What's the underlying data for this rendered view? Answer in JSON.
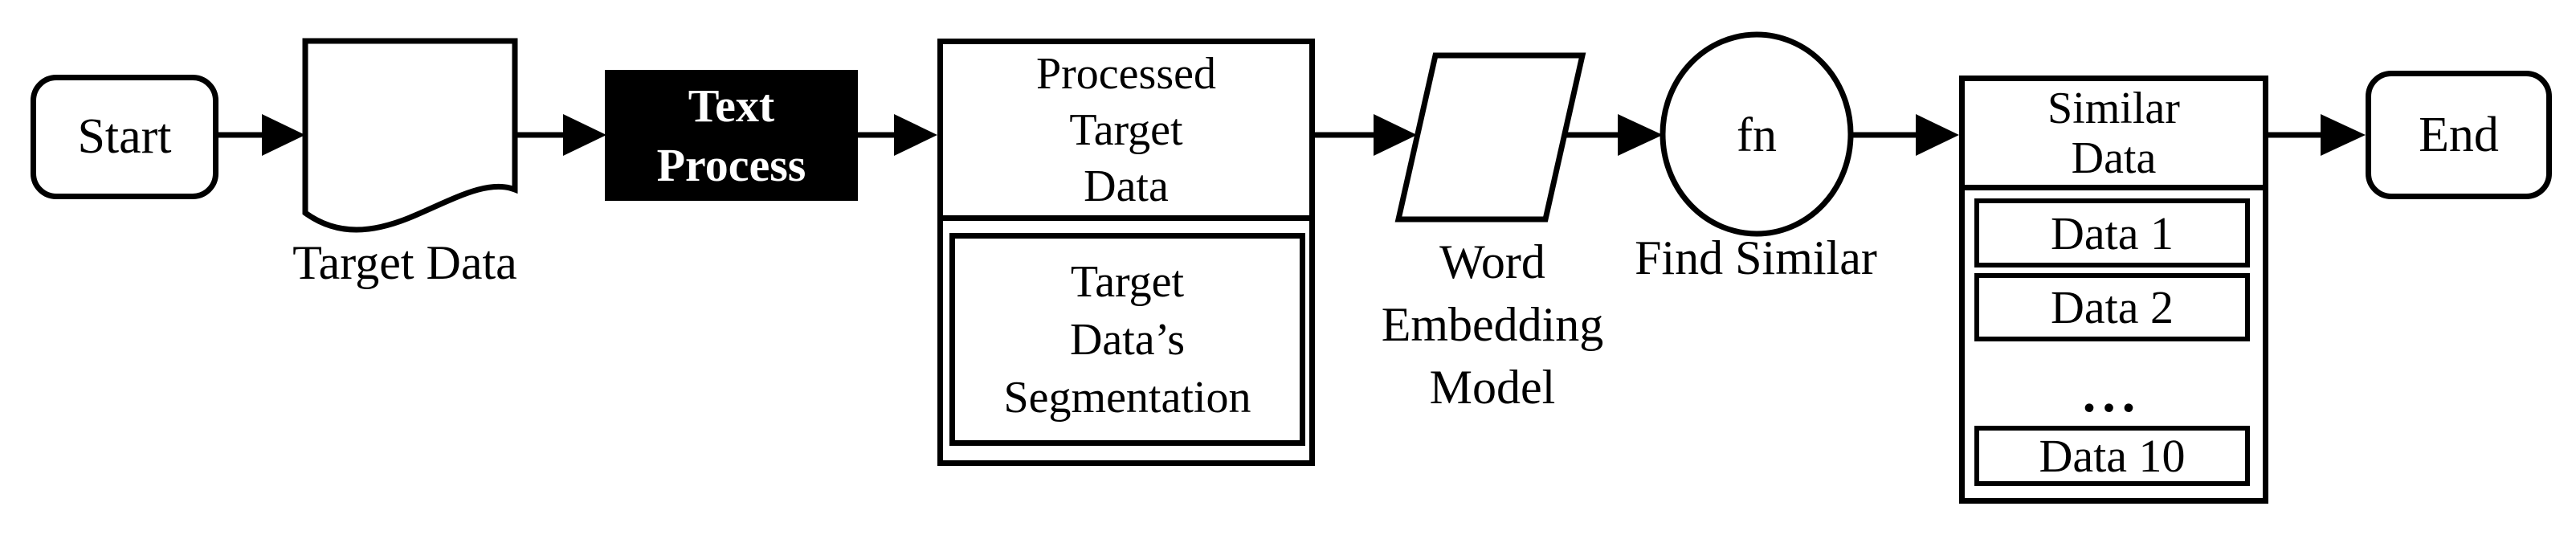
{
  "diagram": {
    "type": "flowchart",
    "colors": {
      "stroke": "#000000",
      "fill": "#ffffff",
      "highlight_bg": "#000000",
      "highlight_text": "#ffffff"
    },
    "nodes": {
      "start": {
        "label": "Start",
        "shape": "terminator"
      },
      "target_data": {
        "label": "Target Data",
        "shape": "document"
      },
      "text_process": {
        "label": "Text\nProcess",
        "shape": "process-highlighted"
      },
      "processed_target_data": {
        "label": "Processed\nTarget\nData",
        "shape": "process"
      },
      "target_data_segmentation": {
        "label": "Target\nData’s\nSegmentation",
        "shape": "nested-box"
      },
      "word_embedding_model": {
        "label": "Word\nEmbedding\nModel",
        "shape": "parallelogram"
      },
      "find_similar": {
        "symbol": "fn",
        "label": "Find Similar",
        "shape": "circle"
      },
      "similar_data": {
        "title": "Similar\nData",
        "shape": "list-box",
        "items": [
          "Data 1",
          "Data 2",
          "...",
          "Data 10"
        ]
      },
      "end": {
        "label": "End",
        "shape": "terminator"
      }
    },
    "flow": "Start → Target Data → Text Process → Processed Target Data → Word Embedding Model → Find Similar (fn) → Similar Data → End"
  }
}
